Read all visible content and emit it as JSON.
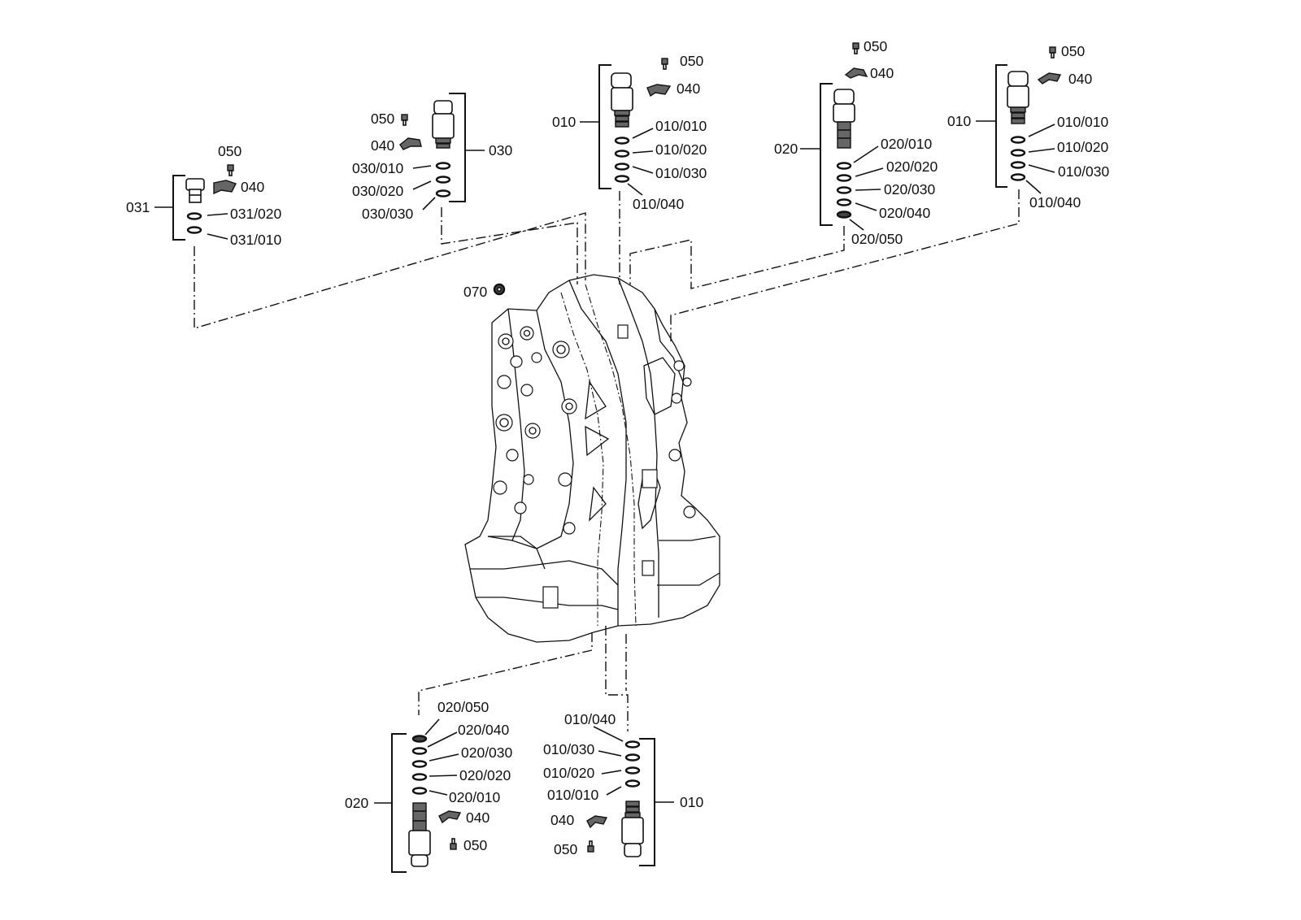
{
  "callouts": {
    "g031": {
      "bracket": "031",
      "screw": "050",
      "clip": "040",
      "ring_020": "031/020",
      "ring_010": "031/010"
    },
    "g030": {
      "bracket": "030",
      "screw": "050",
      "clip": "040",
      "ring_010": "030/010",
      "ring_020": "030/020",
      "ring_030": "030/030"
    },
    "g010_top": {
      "bracket": "010",
      "screw": "050",
      "clip": "040",
      "ring_010": "010/010",
      "ring_020": "010/020",
      "ring_030": "010/030",
      "ring_040": "010/040"
    },
    "g020_top": {
      "bracket": "020",
      "screw": "050",
      "clip": "040",
      "ring_010": "020/010",
      "ring_020": "020/020",
      "ring_030": "020/030",
      "ring_040": "020/040",
      "ring_050": "020/050"
    },
    "g010_right": {
      "bracket": "010",
      "screw": "050",
      "clip": "040",
      "ring_010": "010/010",
      "ring_020": "010/020",
      "ring_030": "010/030",
      "ring_040": "010/040"
    },
    "g020_bottom": {
      "bracket": "020",
      "ring_050": "020/050",
      "ring_040": "020/040",
      "ring_030": "020/030",
      "ring_020": "020/020",
      "ring_010": "020/010",
      "clip": "040",
      "screw": "050"
    },
    "g010_bottom": {
      "bracket": "010",
      "ring_040": "010/040",
      "ring_030": "010/030",
      "ring_020": "010/020",
      "ring_010": "010/010",
      "clip": "040",
      "screw": "050"
    },
    "plug": "070"
  }
}
